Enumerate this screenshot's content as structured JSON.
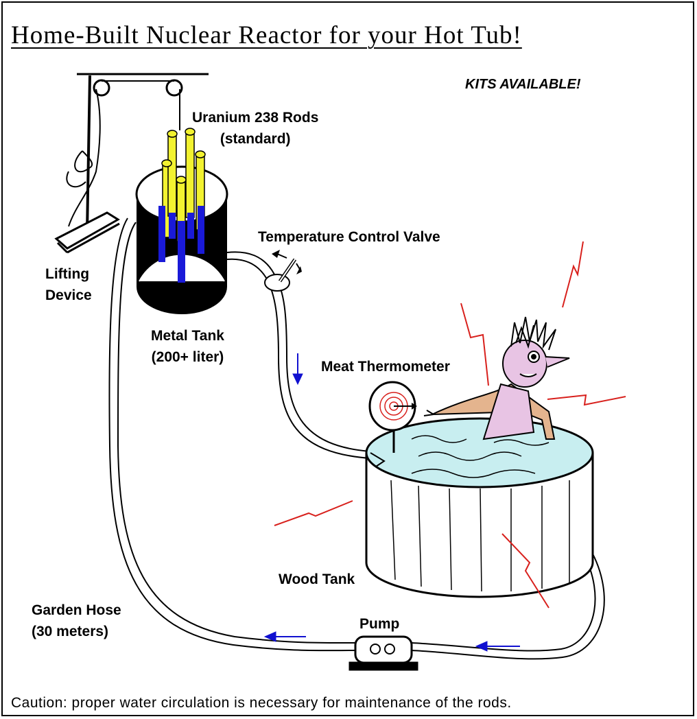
{
  "title": "Home-Built Nuclear Reactor for your Hot Tub!",
  "kits_note": "KITS AVAILABLE!",
  "labels": {
    "rods_line1": "Uranium 238 Rods",
    "rods_line2": "(standard)",
    "lifting_line1": "Lifting",
    "lifting_line2": "Device",
    "valve": "Temperature Control Valve",
    "metal_tank_line1": "Metal Tank",
    "metal_tank_line2": "(200+ liter)",
    "thermometer": "Meat Thermometer",
    "wood_tank": "Wood Tank",
    "hose_line1": "Garden Hose",
    "hose_line2": "(30 meters)",
    "pump": "Pump"
  },
  "caution": "Caution: proper water circulation is necessary for maintenance of the rods.",
  "colors": {
    "rod_yellow": "#f2f230",
    "rod_blue": "#1a1ad8",
    "water": "#c8eef0",
    "skin": "#e4b48e",
    "dress": "#e8c4e4",
    "lightning": "#d8201c",
    "flow_arrow": "#1010d0"
  }
}
